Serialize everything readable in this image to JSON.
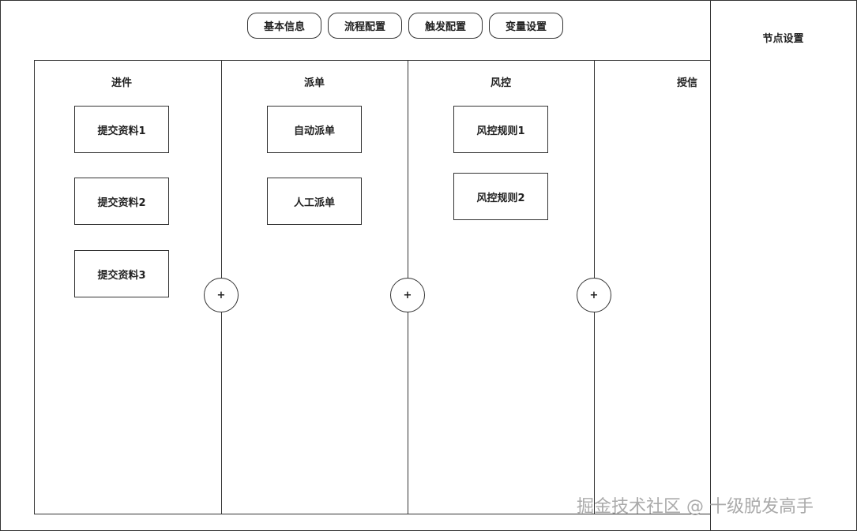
{
  "tabs": [
    {
      "label": "基本信息"
    },
    {
      "label": "流程配置"
    },
    {
      "label": "触发配置"
    },
    {
      "label": "变量设置"
    }
  ],
  "side_panel": {
    "title": "节点设置"
  },
  "columns": [
    {
      "title": "进件",
      "nodes": [
        {
          "label": "提交资料1"
        },
        {
          "label": "提交资料2"
        },
        {
          "label": "提交资料3"
        }
      ]
    },
    {
      "title": "派单",
      "nodes": [
        {
          "label": "自动派单"
        },
        {
          "label": "人工派单"
        }
      ]
    },
    {
      "title": "风控",
      "nodes": [
        {
          "label": "风控规则1"
        },
        {
          "label": "风控规则2"
        }
      ]
    },
    {
      "title": "授信",
      "nodes": []
    }
  ],
  "add_button": {
    "symbol": "+"
  },
  "watermark": "掘金技术社区 @ 十级脱发高手"
}
